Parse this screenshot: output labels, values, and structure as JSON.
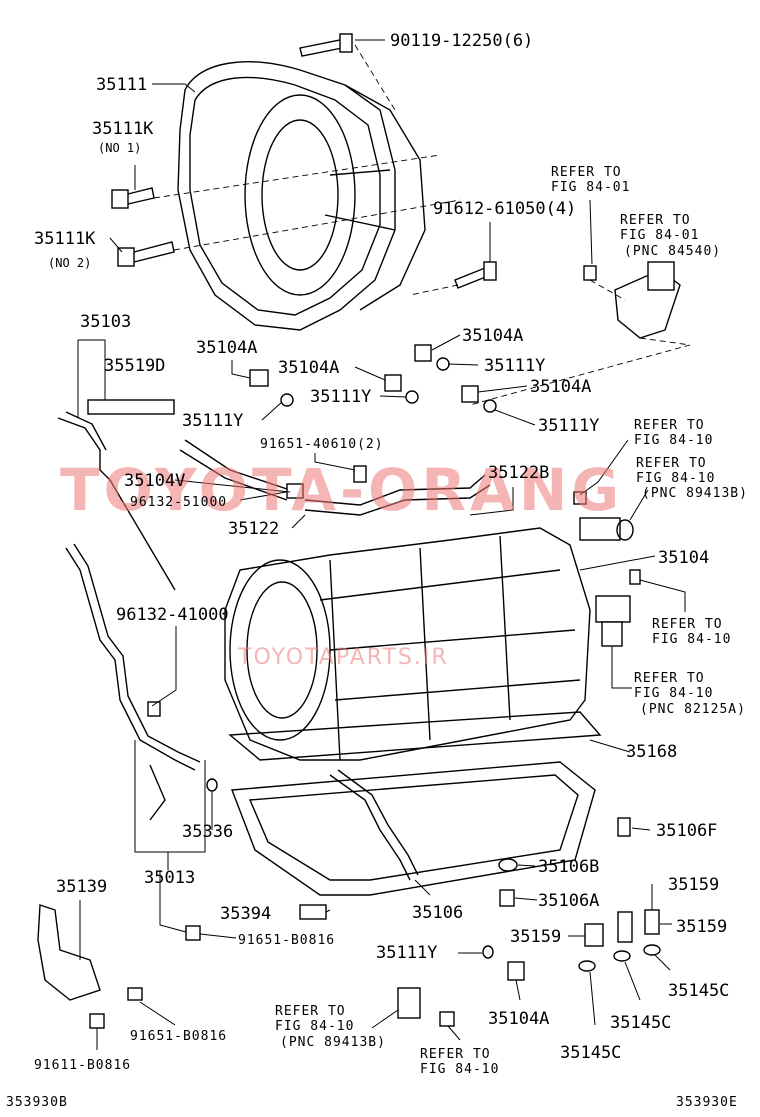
{
  "diagram": {
    "footer_left": "353930B",
    "footer_right": "353930E",
    "watermark": "TOYOTA-ORANG",
    "watermark_sub": "TOYOTAPARTS.IR",
    "labels": {
      "bolt_top": "90119-12250(6)",
      "housing": "35111",
      "housing_no1": "35111K",
      "no1": "(NO 1)",
      "housing_no2": "35111K",
      "no2": "(NO 2)",
      "bolt_mid": "91612-61050(4)",
      "dipstick": "35103",
      "label_d": "35519D",
      "plug1": "35104A",
      "plug2": "35104A",
      "plug3": "35104A",
      "plug4": "35104A",
      "oring1": "35111Y",
      "oring2": "35111Y",
      "oring3": "35111Y",
      "oring4": "35111Y",
      "bolt_clamp": "91651-40610(2)",
      "tube_v": "35104V",
      "hose1": "96132-51000",
      "pipe": "35122B",
      "clamp": "35122",
      "trans": "35104",
      "hose2": "96132-41000",
      "gasket": "35168",
      "oring5": "35336",
      "tube_assy": "35013",
      "drain": "35106F",
      "magnet": "35106B",
      "plug_a": "35106A",
      "pan": "35106",
      "bracket": "35139",
      "pad": "35394",
      "bolt_b1": "91651-B0816",
      "bolt_b2": "91651-B0816",
      "bolt_b3": "91611-B0816",
      "oring6": "35111Y",
      "plug5": "35104A",
      "sensor1": "35159",
      "sensor2": "35159",
      "sensor3": "35159",
      "washer1": "35145C",
      "washer2": "35145C",
      "washer3": "35145C"
    },
    "refs": {
      "r1a": "REFER TO",
      "r1b": "FIG 84-01",
      "r2a": "REFER TO",
      "r2b": "FIG 84-01",
      "r2c": "(PNC 84540)",
      "r3a": "REFER TO",
      "r3b": "FIG 84-10",
      "r4a": "REFER TO",
      "r4b": "FIG 84-10",
      "r4c": "(PNC 89413B)",
      "r5a": "REFER TO",
      "r5b": "FIG 84-10",
      "r6a": "REFER TO",
      "r6b": "FIG 84-10",
      "r6c": "(PNC 82125A)",
      "r7a": "REFER TO",
      "r7b": "FIG 84-10",
      "r7c": "(PNC 89413B)",
      "r8a": "REFER TO",
      "r8b": "FIG 84-10"
    }
  }
}
